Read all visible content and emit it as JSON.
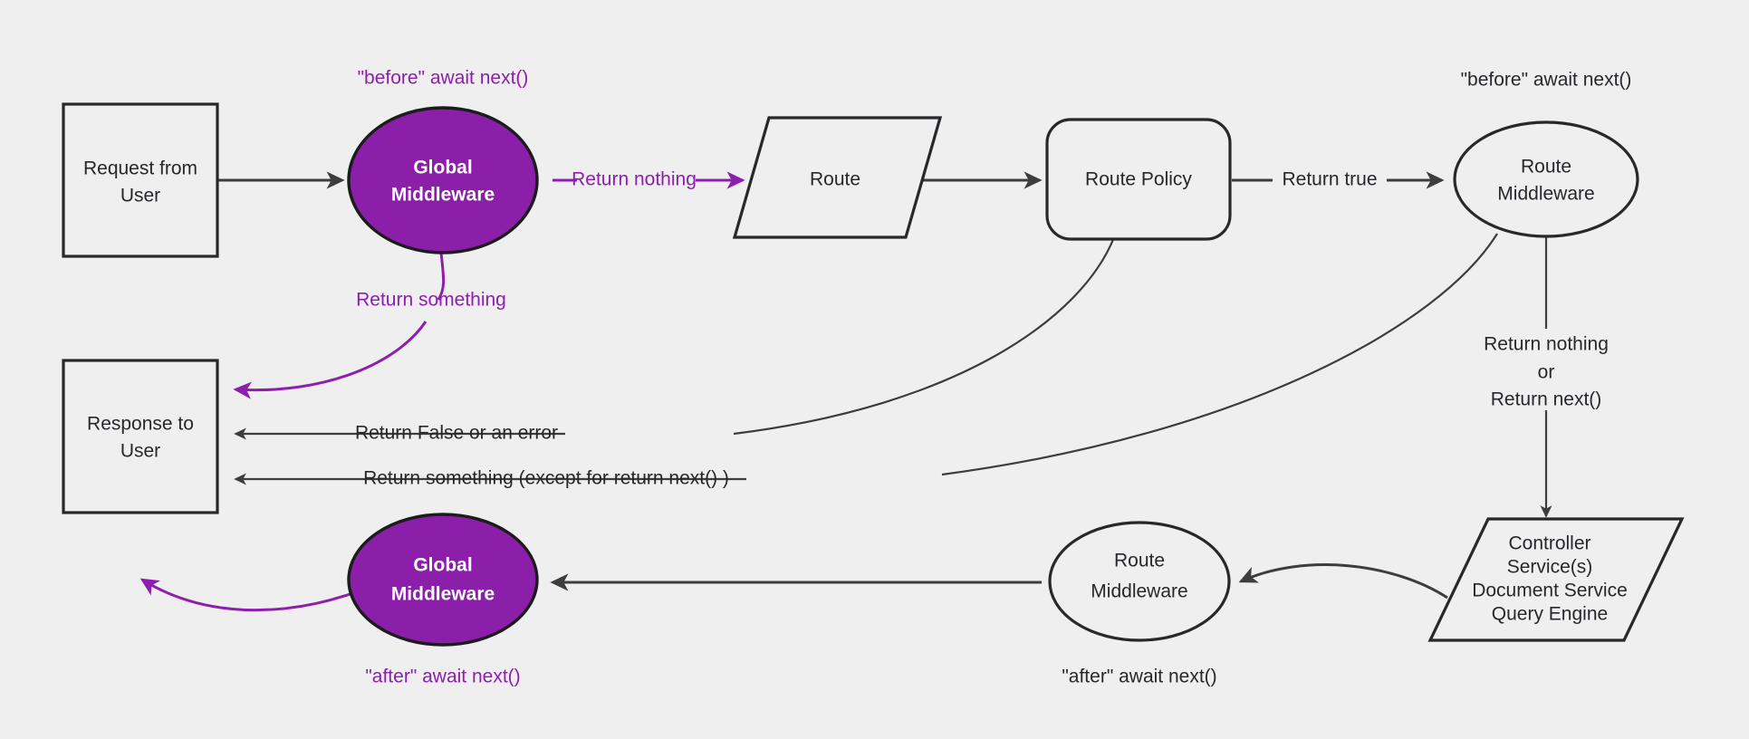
{
  "diagram": {
    "title": "Middleware Request Lifecycle Flow",
    "colors": {
      "background": "#efefef",
      "stroke": "#26282b",
      "purple_fill": "#8b1fa9",
      "purple_text": "#8e1fae",
      "white_text": "#ffffff"
    },
    "nodes": {
      "request_from_user": {
        "line1": "Request from",
        "line2": "User",
        "shape": "rectangle"
      },
      "global_middleware_before": {
        "line1": "Global",
        "line2": "Middleware",
        "shape": "ellipse"
      },
      "route": {
        "line1": "Route",
        "shape": "parallelogram"
      },
      "route_policy": {
        "line1": "Route Policy",
        "shape": "rounded-rectangle"
      },
      "route_middleware_before": {
        "line1": "Route",
        "line2": "Middleware",
        "shape": "ellipse"
      },
      "controller_services": {
        "line1": "Controller",
        "line2": "Service(s)",
        "line3": "Document Service",
        "line4": "Query Engine",
        "shape": "parallelogram"
      },
      "route_middleware_after": {
        "line1": "Route",
        "line2": "Middleware",
        "shape": "ellipse"
      },
      "global_middleware_after": {
        "line1": "Global",
        "line2": "Middleware",
        "shape": "ellipse"
      },
      "response_to_user": {
        "line1": "Response to",
        "line2": "User",
        "shape": "rectangle"
      }
    },
    "annotations": {
      "before_global": "\"before\" await next()",
      "before_route_mw": "\"before\" await next()",
      "after_global": "\"after\" await next()",
      "after_route_mw": "\"after\" await next()"
    },
    "edge_labels": {
      "return_nothing": "Return nothing",
      "return_something": "Return something",
      "return_true": "Return true",
      "return_false_or_error": "Return False or an error",
      "return_something_except": "Return something (except for return next() )",
      "return_nothing_or_next_1": "Return nothing",
      "return_nothing_or_next_2": "or",
      "return_nothing_or_next_3": "Return next()"
    }
  }
}
